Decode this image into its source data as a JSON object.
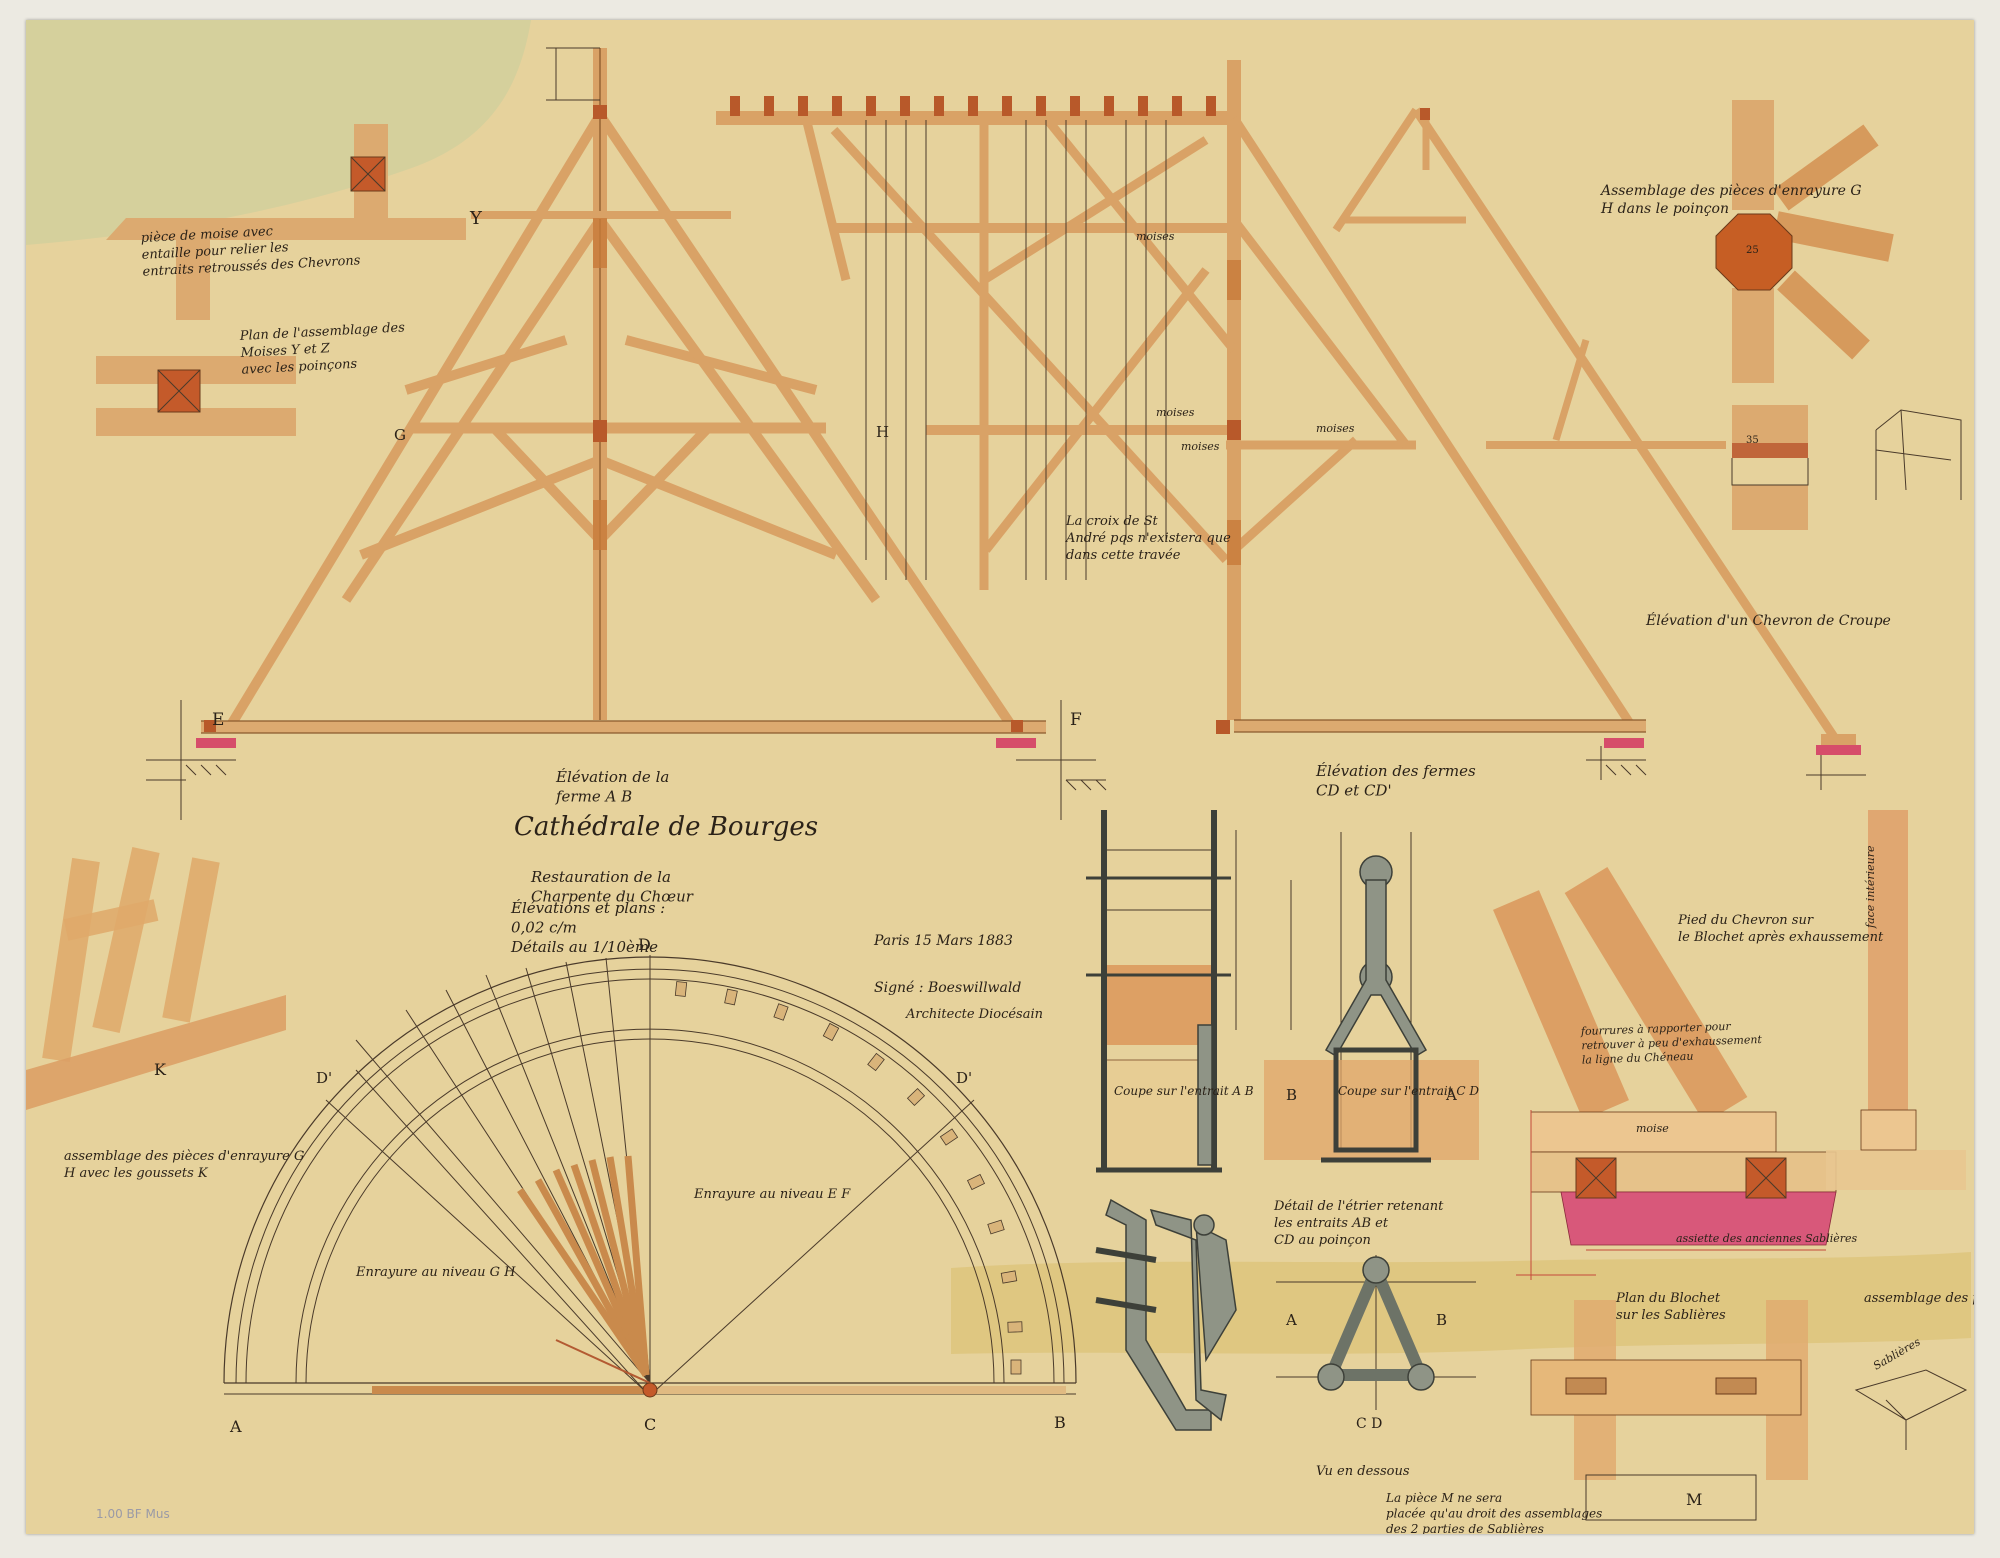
{
  "sheet": {
    "title": "Cathédrale de Bourges",
    "subtitle": "Restauration de la Charpente du Chœur",
    "scales": "Élévations et plans : 0,02 c/m   Détails au 1/10ème",
    "date": "Paris 15 Mars 1883",
    "signature_line": "Signé : Boeswillwald",
    "signature_role": "Architecte Diocésain",
    "stamp": "1.00  BF Mus"
  },
  "truss_ab": {
    "caption": "Élévation de la ferme A B",
    "point_left": "E",
    "point_right": "F",
    "label_left": "G",
    "label_right": "H"
  },
  "truss_cd": {
    "caption": "Élévation des fermes CD et CD'",
    "note": "La croix de St André pqs n'existera que dans cette travée",
    "moises": [
      "moises",
      "moises",
      "moises",
      "moises"
    ]
  },
  "hip_rafter": {
    "caption": "Élévation d'un Chevron de Croupe"
  },
  "detail_y": {
    "text": "pièce de moise avec entaille pour relier les entraits retroussés des Chevrons",
    "letter": "Y"
  },
  "detail_yz": {
    "text": "Plan de l'assemblage des Moises Y et Z avec les poinçons"
  },
  "detail_gh": {
    "text": "Assemblage des pièces d'enrayure G H dans le poinçon",
    "dim_a": "25",
    "dim_b": "35"
  },
  "detail_k": {
    "letter": "K",
    "text": "assemblage des pièces d'enrayure G H avec les goussets K"
  },
  "plan": {
    "label_a": "A",
    "label_b": "B",
    "label_c": "C",
    "label_d": "D",
    "label_d1": "D'",
    "label_d2": "D'",
    "enrayure_gh": "Enrayure au niveau G H",
    "enrayure_ef": "Enrayure au niveau E F"
  },
  "stirrup": {
    "coupe_ab": "Coupe sur l'entrait A B",
    "coupe_cd": "Coupe sur l'entrait C D",
    "label_b": "B",
    "label_a": "A",
    "caption": "Détail de l'étrier retenant les entraits AB et CD au poinçon",
    "tri_a": "A",
    "tri_b": "B",
    "tri_cd": "C D",
    "vu_dessous": "Vu en dessous"
  },
  "chevron_foot": {
    "title": "Pied du Chevron sur le Blochet après exhaussement",
    "furrings": "fourrures à rapporter pour retrouver à peu d'exhaussement la ligne du Chéneau",
    "face": "face intérieure",
    "moise": "moise",
    "assiette": "assiette des anciennes Sablières"
  },
  "blochet_plan": {
    "title": "Plan du Blochet sur les Sablières",
    "letter_m": "M",
    "note": "La pièce M ne sera placée qu'au droit des assemblages des 2 parties de Sablières"
  },
  "detail_m": {
    "text": "assemblage des pièces M",
    "label": "Sablières"
  }
}
